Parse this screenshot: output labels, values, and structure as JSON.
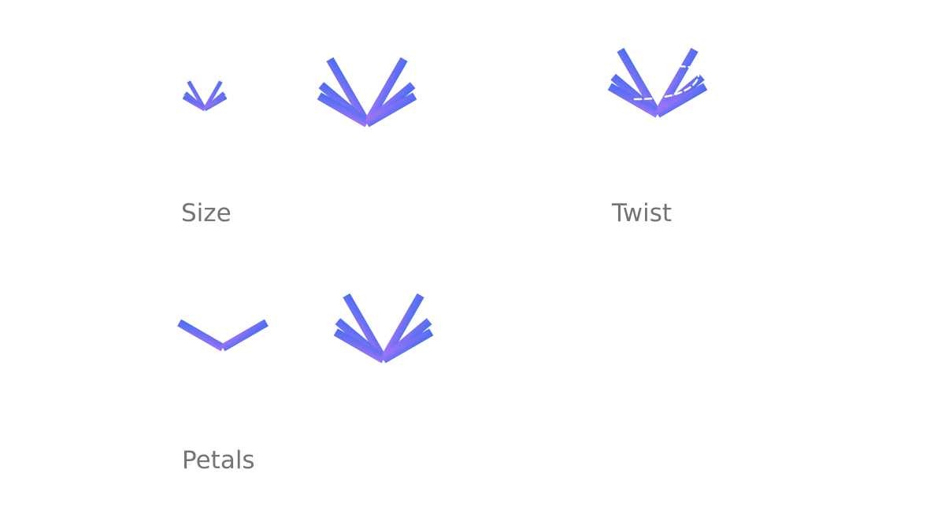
{
  "labels": {
    "size": "Size",
    "twist": "Twist",
    "petals": "Petals"
  },
  "colors": {
    "gradient_outer": "#3d6df2",
    "gradient_inner": "#a574f7",
    "label": "#747474",
    "dash": "#ffffff",
    "background": "#ffffff"
  },
  "icons": [
    {
      "name": "logo-small-icon",
      "group": "size"
    },
    {
      "name": "logo-large-icon",
      "group": "size"
    },
    {
      "name": "logo-twist-icon",
      "group": "twist"
    },
    {
      "name": "logo-two-petals-icon",
      "group": "petals"
    },
    {
      "name": "logo-six-petals-icon",
      "group": "petals"
    }
  ]
}
